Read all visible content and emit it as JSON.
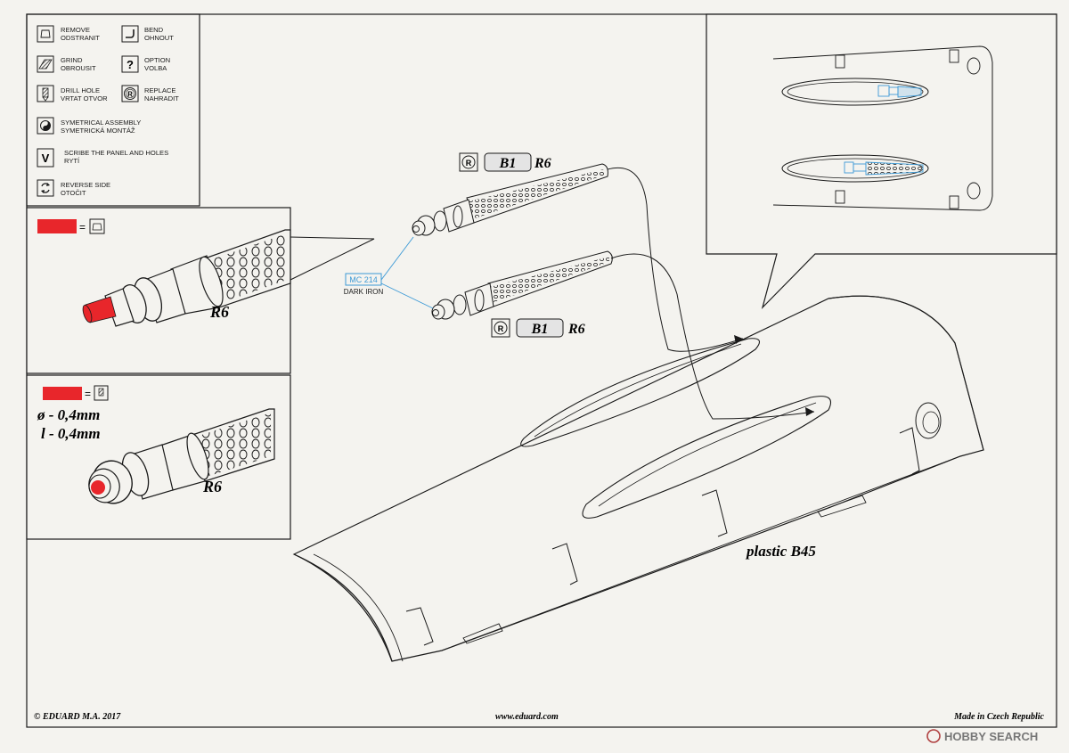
{
  "colors": {
    "paper": "#f4f3ef",
    "ink": "#1a1a1a",
    "remove_red": "#e8262b",
    "paint_blue": "#3d9ad6",
    "ghost_blue": "#8ec3e8"
  },
  "legend": {
    "remove": [
      "REMOVE",
      "ODSTRANIT"
    ],
    "bend": [
      "BEND",
      "OHNOUT"
    ],
    "grind": [
      "GRIND",
      "OBROUSIT"
    ],
    "option": [
      "OPTION",
      "VOLBA"
    ],
    "drill": [
      "DRILL HOLE",
      "VRTAT OTVOR"
    ],
    "replace": [
      "REPLACE",
      "NAHRADIT"
    ],
    "symmetrical": [
      "SYMETRICAL ASSEMBLY",
      "SYMETRICKÁ MONTÁŽ"
    ],
    "scribe": [
      "SCRIBE THE PANEL AND HOLES",
      "RYTÍ"
    ],
    "reverse": [
      "REVERSE SIDE",
      "OTOČIT"
    ],
    "option_glyph": "?",
    "scribe_glyph": "V",
    "replace_glyph": "R"
  },
  "detail_remove": {
    "equals": "=",
    "part": "R6"
  },
  "detail_drill": {
    "equals": "=",
    "diameter": "ø - 0,4mm",
    "length": "l - 0,4mm",
    "part": "R6"
  },
  "callouts": {
    "top": {
      "code": "B1",
      "part": "R6"
    },
    "bottom": {
      "code": "B1",
      "part": "R6"
    }
  },
  "paint": {
    "code": "MC 214",
    "name": "DARK IRON"
  },
  "plastic_label": "plastic B45",
  "footer": {
    "copyright": "© EDUARD  M.A. 2017",
    "website": "www.eduard.com",
    "made_in": "Made in Czech Republic"
  },
  "watermark": {
    "brand": "HOBBY SEARCH"
  }
}
